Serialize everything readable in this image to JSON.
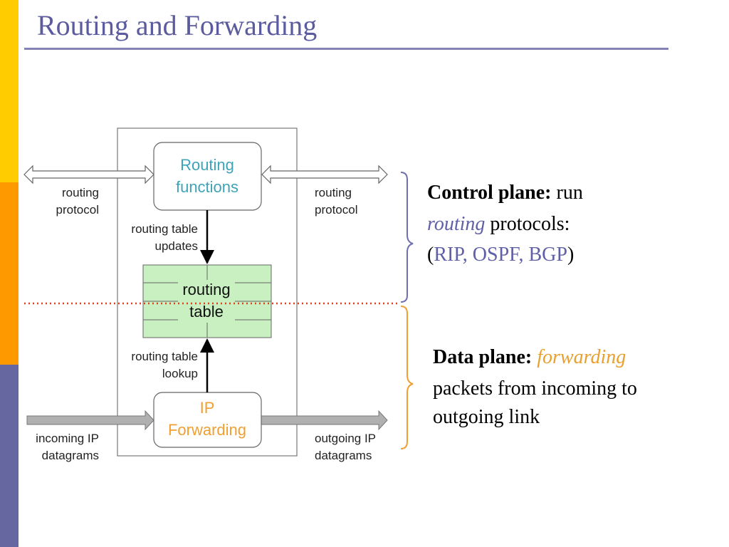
{
  "slide": {
    "title": "Routing and Forwarding",
    "stripe_colors": [
      "#FFCC00",
      "#FF9900",
      "#6666A0"
    ]
  },
  "diagram": {
    "routing_functions": [
      "Routing",
      "functions"
    ],
    "ip_forwarding": [
      "IP",
      "Forwarding"
    ],
    "routing_table": [
      "routing",
      "table"
    ],
    "left_routing_protocol": [
      "routing",
      "protocol"
    ],
    "right_routing_protocol": [
      "routing",
      "protocol"
    ],
    "table_updates": [
      "routing table",
      "updates"
    ],
    "table_lookup": [
      "routing table",
      "lookup"
    ],
    "incoming": [
      "incoming IP",
      "datagrams"
    ],
    "outgoing": [
      "outgoing IP",
      "datagrams"
    ],
    "colors": {
      "teal_text": "#3FA3B8",
      "orange_text": "#F0A030",
      "table_green": "#C8F0C0",
      "divider_red": "#E04020",
      "control_brace": "#7070B0",
      "data_brace": "#F0A030"
    }
  },
  "control_plane": {
    "heading": "Control plane:",
    "line1_tail": " run",
    "keyword": "routing",
    "line2_tail": "  protocols:",
    "paren_open": "(",
    "protocols": "RIP, OSPF, BGP",
    "paren_close": ")"
  },
  "data_plane": {
    "heading": "Data plane:",
    "keyword": "forwarding",
    "line2": "packets  from incoming to",
    "line3": "outgoing link"
  }
}
